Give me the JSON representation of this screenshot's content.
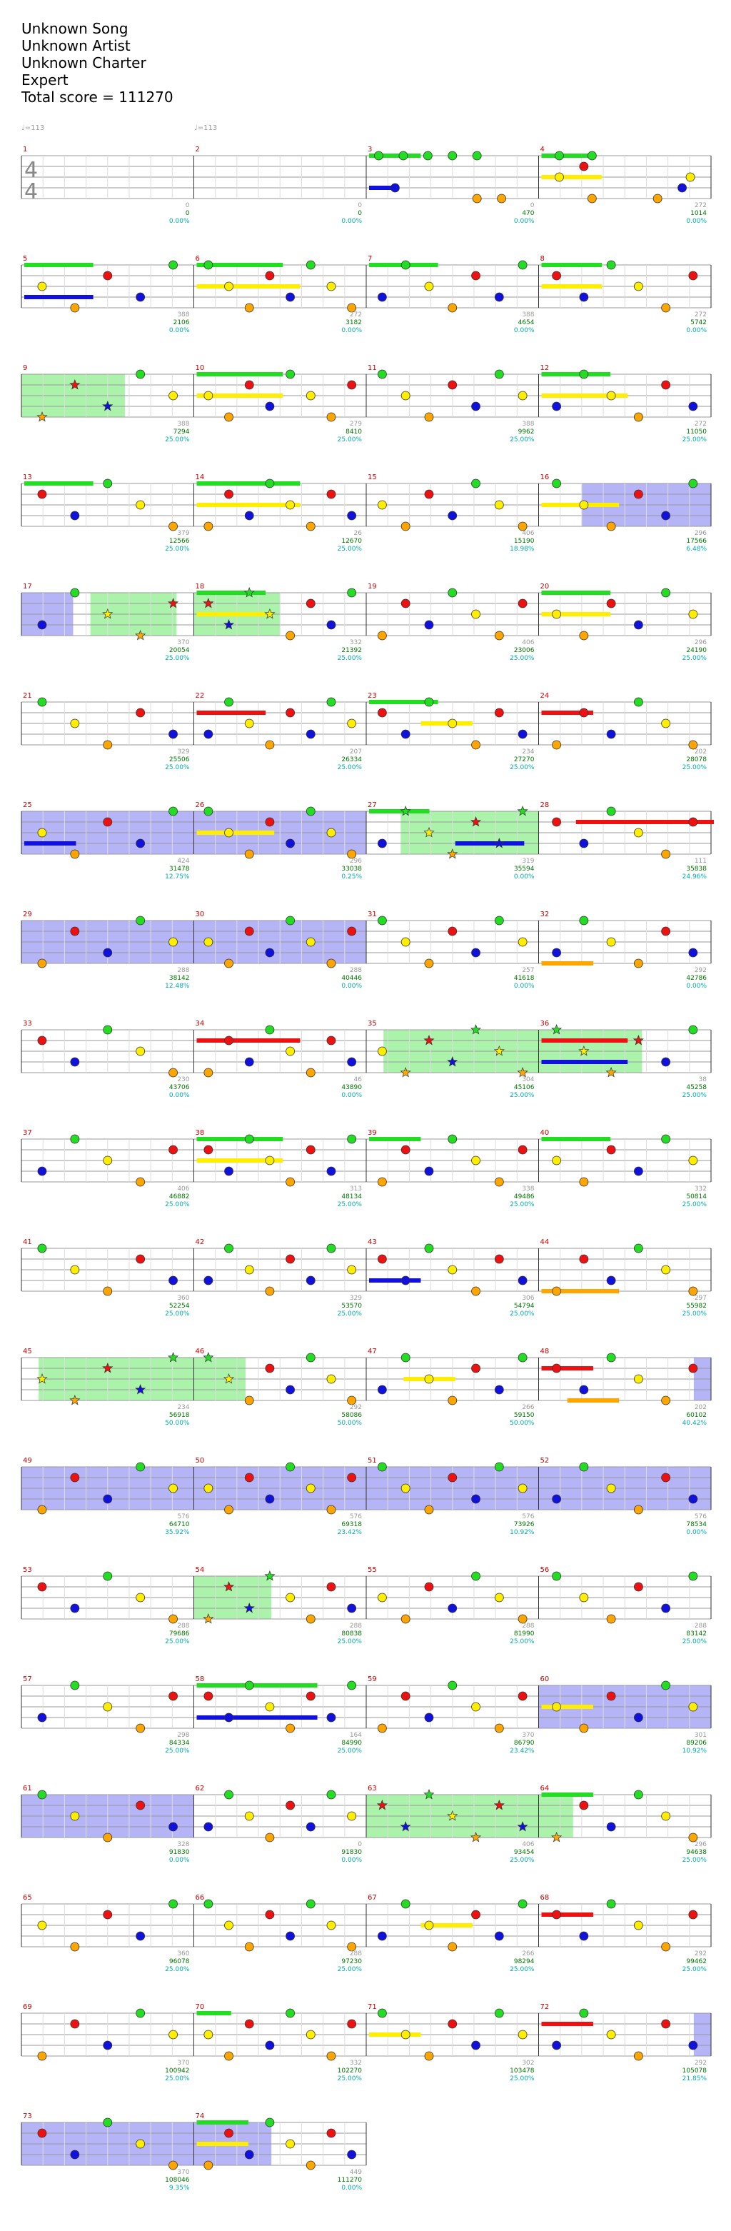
{
  "header": {
    "song": "Unknown Song",
    "artist": "Unknown Artist",
    "charter": "Unknown Charter",
    "difficulty": "Expert",
    "total_score": "Total score = 111270"
  },
  "tempo_marks": [
    "♩=113",
    "♩=113"
  ],
  "time_signature": {
    "top": "4",
    "bottom": "4"
  },
  "colors": {
    "green": "#22dd22",
    "red": "#ee1111",
    "yellow": "#ffee00",
    "blue": "#1111dd",
    "orange": "#ffa500",
    "measure_number": "#cc0000",
    "score": "#007700",
    "percent": "#00aaaa",
    "tick": "#999999",
    "starpower": "#88ee88",
    "overdrive": "#7777ee"
  },
  "measures": [
    {
      "n": "1",
      "tick": "0",
      "score": "0",
      "pct": "0.00%"
    },
    {
      "n": "2",
      "tick": "0",
      "score": "0",
      "pct": "0.00%"
    },
    {
      "n": "3",
      "tick": "0",
      "score": "470",
      "pct": "0.00%"
    },
    {
      "n": "4",
      "tick": "272",
      "score": "1014",
      "pct": "0.00%"
    },
    {
      "n": "5",
      "tick": "388",
      "score": "2106",
      "pct": "0.00%"
    },
    {
      "n": "6",
      "tick": "272",
      "score": "3182",
      "pct": "0.00%"
    },
    {
      "n": "7",
      "tick": "388",
      "score": "4654",
      "pct": "0.00%"
    },
    {
      "n": "8",
      "tick": "272",
      "score": "5742",
      "pct": "0.00%"
    },
    {
      "n": "9",
      "tick": "388",
      "score": "7294",
      "pct": "25.00%"
    },
    {
      "n": "10",
      "tick": "279",
      "score": "8410",
      "pct": "25.00%"
    },
    {
      "n": "11",
      "tick": "388",
      "score": "9962",
      "pct": "25.00%"
    },
    {
      "n": "12",
      "tick": "272",
      "score": "11050",
      "pct": "25.00%"
    },
    {
      "n": "13",
      "tick": "379",
      "score": "12566",
      "pct": "25.00%"
    },
    {
      "n": "14",
      "tick": "26",
      "score": "12670",
      "pct": "25.00%"
    },
    {
      "n": "15",
      "tick": "406",
      "score": "15190",
      "pct": "18.98%"
    },
    {
      "n": "16",
      "tick": "296",
      "score": "17566",
      "pct": "6.48%"
    },
    {
      "n": "17",
      "tick": "370",
      "score": "20054",
      "pct": "25.00%"
    },
    {
      "n": "18",
      "tick": "332",
      "score": "21392",
      "pct": "25.00%"
    },
    {
      "n": "19",
      "tick": "406",
      "score": "23006",
      "pct": "25.00%"
    },
    {
      "n": "20",
      "tick": "296",
      "score": "24190",
      "pct": "25.00%"
    },
    {
      "n": "21",
      "tick": "329",
      "score": "25506",
      "pct": "25.00%"
    },
    {
      "n": "22",
      "tick": "207",
      "score": "26334",
      "pct": "25.00%"
    },
    {
      "n": "23",
      "tick": "234",
      "score": "27270",
      "pct": "25.00%"
    },
    {
      "n": "24",
      "tick": "202",
      "score": "28078",
      "pct": "25.00%"
    },
    {
      "n": "25",
      "tick": "424",
      "score": "31478",
      "pct": "12.75%"
    },
    {
      "n": "26",
      "tick": "296",
      "score": "33038",
      "pct": "0.25%"
    },
    {
      "n": "27",
      "tick": "319",
      "score": "35594",
      "pct": "0.00%"
    },
    {
      "n": "28",
      "tick": "111",
      "score": "35838",
      "pct": "24.96%"
    },
    {
      "n": "29",
      "tick": "288",
      "score": "38142",
      "pct": "12.48%"
    },
    {
      "n": "30",
      "tick": "288",
      "score": "40446",
      "pct": "0.00%"
    },
    {
      "n": "31",
      "tick": "257",
      "score": "41618",
      "pct": "0.00%"
    },
    {
      "n": "32",
      "tick": "292",
      "score": "42786",
      "pct": "0.00%"
    },
    {
      "n": "33",
      "tick": "230",
      "score": "43706",
      "pct": "0.00%"
    },
    {
      "n": "34",
      "tick": "46",
      "score": "43890",
      "pct": "0.00%"
    },
    {
      "n": "35",
      "tick": "304",
      "score": "45106",
      "pct": "25.00%"
    },
    {
      "n": "36",
      "tick": "38",
      "score": "45258",
      "pct": "25.00%"
    },
    {
      "n": "37",
      "tick": "406",
      "score": "46882",
      "pct": "25.00%"
    },
    {
      "n": "38",
      "tick": "313",
      "score": "48134",
      "pct": "25.00%"
    },
    {
      "n": "39",
      "tick": "338",
      "score": "49486",
      "pct": "25.00%"
    },
    {
      "n": "40",
      "tick": "332",
      "score": "50814",
      "pct": "25.00%"
    },
    {
      "n": "41",
      "tick": "360",
      "score": "52254",
      "pct": "25.00%"
    },
    {
      "n": "42",
      "tick": "329",
      "score": "53570",
      "pct": "25.00%"
    },
    {
      "n": "43",
      "tick": "306",
      "score": "54794",
      "pct": "25.00%"
    },
    {
      "n": "44",
      "tick": "297",
      "score": "55982",
      "pct": "25.00%"
    },
    {
      "n": "45",
      "tick": "234",
      "score": "56918",
      "pct": "50.00%"
    },
    {
      "n": "46",
      "tick": "292",
      "score": "58086",
      "pct": "50.00%"
    },
    {
      "n": "47",
      "tick": "266",
      "score": "59150",
      "pct": "50.00%"
    },
    {
      "n": "48",
      "tick": "202",
      "score": "60102",
      "pct": "40.42%"
    },
    {
      "n": "49",
      "tick": "576",
      "score": "64710",
      "pct": "35.92%"
    },
    {
      "n": "50",
      "tick": "576",
      "score": "69318",
      "pct": "23.42%"
    },
    {
      "n": "51",
      "tick": "576",
      "score": "73926",
      "pct": "10.92%"
    },
    {
      "n": "52",
      "tick": "576",
      "score": "78534",
      "pct": "0.00%"
    },
    {
      "n": "53",
      "tick": "288",
      "score": "79686",
      "pct": "25.00%"
    },
    {
      "n": "54",
      "tick": "288",
      "score": "80838",
      "pct": "25.00%"
    },
    {
      "n": "55",
      "tick": "288",
      "score": "81990",
      "pct": "25.00%"
    },
    {
      "n": "56",
      "tick": "288",
      "score": "83142",
      "pct": "25.00%"
    },
    {
      "n": "57",
      "tick": "298",
      "score": "84334",
      "pct": "25.00%"
    },
    {
      "n": "58",
      "tick": "164",
      "score": "84990",
      "pct": "25.00%"
    },
    {
      "n": "59",
      "tick": "370",
      "score": "86790",
      "pct": "23.42%"
    },
    {
      "n": "60",
      "tick": "301",
      "score": "89206",
      "pct": "10.92%"
    },
    {
      "n": "61",
      "tick": "328",
      "score": "91830",
      "pct": "0.00%"
    },
    {
      "n": "62",
      "tick": "0",
      "score": "91830",
      "pct": "0.00%"
    },
    {
      "n": "63",
      "tick": "406",
      "score": "93454",
      "pct": "25.00%"
    },
    {
      "n": "64",
      "tick": "296",
      "score": "94638",
      "pct": "25.00%"
    },
    {
      "n": "65",
      "tick": "360",
      "score": "96078",
      "pct": "25.00%"
    },
    {
      "n": "66",
      "tick": "288",
      "score": "97230",
      "pct": "25.00%"
    },
    {
      "n": "67",
      "tick": "266",
      "score": "98294",
      "pct": "25.00%"
    },
    {
      "n": "68",
      "tick": "292",
      "score": "99462",
      "pct": "25.00%"
    },
    {
      "n": "69",
      "tick": "370",
      "score": "100942",
      "pct": "25.00%"
    },
    {
      "n": "70",
      "tick": "332",
      "score": "102270",
      "pct": "25.00%"
    },
    {
      "n": "71",
      "tick": "302",
      "score": "103478",
      "pct": "25.00%"
    },
    {
      "n": "72",
      "tick": "292",
      "score": "105078",
      "pct": "21.85%"
    },
    {
      "n": "73",
      "tick": "370",
      "score": "108046",
      "pct": "9.35%"
    },
    {
      "n": "74",
      "tick": "449",
      "score": "111270",
      "pct": "0.00%"
    }
  ]
}
